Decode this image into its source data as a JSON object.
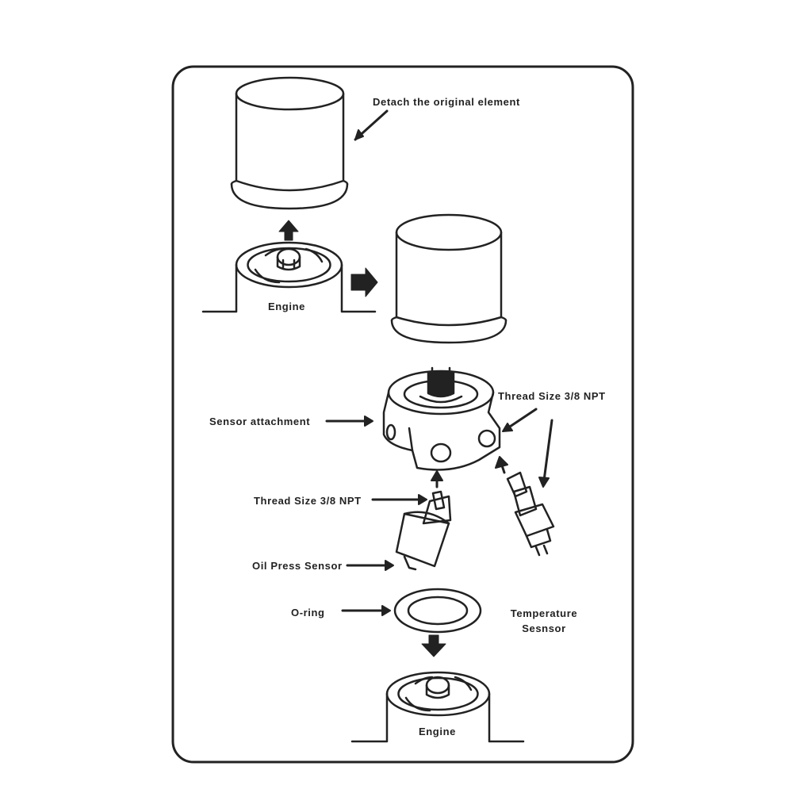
{
  "labels": {
    "detach": "Detach the original element",
    "engine_top": "Engine",
    "sensor_attachment": "Sensor attachment",
    "thread_size_right": "Thread Size 3/8 NPT",
    "thread_size_left": "Thread Size 3/8 NPT",
    "oil_press_sensor": "Oil Press Sensor",
    "o_ring": "O-ring",
    "temperature_sensor_line1": "Temperature",
    "temperature_sensor_line2": "Sesnsor",
    "engine_bottom": "Engine"
  },
  "colors": {
    "ink": "#222222",
    "paper": "#ffffff",
    "label": "#222222"
  }
}
